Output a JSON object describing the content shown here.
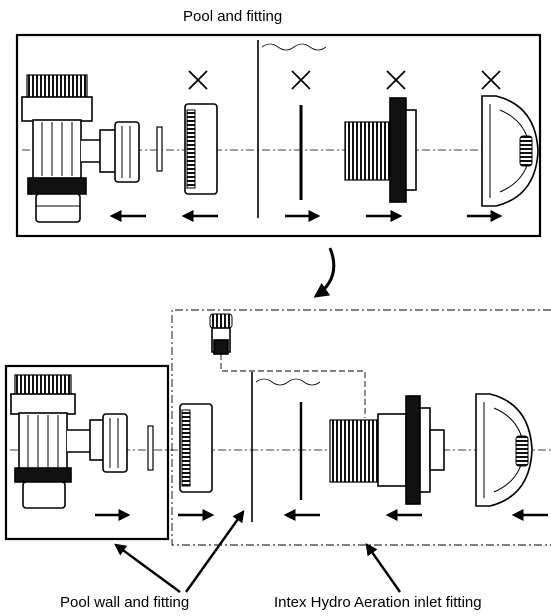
{
  "top_panel": {
    "title": "Pool and fitting"
  },
  "bottom_labels": {
    "left": "Pool wall and fitting",
    "right": "Intex Hydro Aeration inlet fitting"
  },
  "glyphs": {
    "remove_mark": "✕"
  },
  "colors": {
    "line": "#000000",
    "background": "#ffffff"
  }
}
